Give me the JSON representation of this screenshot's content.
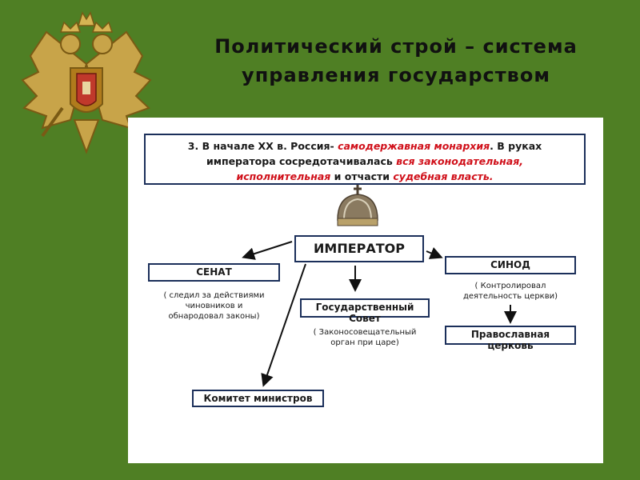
{
  "slide": {
    "title_line1": "Политический строй – система",
    "title_line2": "управления государством"
  },
  "info": {
    "p1": "3. В начале ХХ в. Россия-",
    "p1_red": "самодержавная монархия",
    "p2": ". В руках",
    "p3": "императора сосредотачивалась",
    "p3_red": "вся законодательная,",
    "p4_red": "исполнительная",
    "p5": " и отчасти ",
    "p5_red": "судебная власть."
  },
  "diagram": {
    "emperor": "ИМПЕРАТОР",
    "senate": "СЕНАТ",
    "senate_note_1": "( следил за действиями",
    "senate_note_2": "чиновников и",
    "senate_note_3": "обнародовал законы)",
    "council_1": "Государственный",
    "council_2": "Совет",
    "council_note_1": "( Законосовещательный",
    "council_note_2": "орган при царе)",
    "synod": "СИНОД",
    "synod_note_1": "( Контролировал",
    "synod_note_2": "деятельность церкви)",
    "church_1": "Православная",
    "church_2": "церковь",
    "committee": "Комитет министров"
  },
  "colors": {
    "background": "#4f7f24",
    "accent_red": "#d0101a",
    "border": "#1b2f5a"
  }
}
